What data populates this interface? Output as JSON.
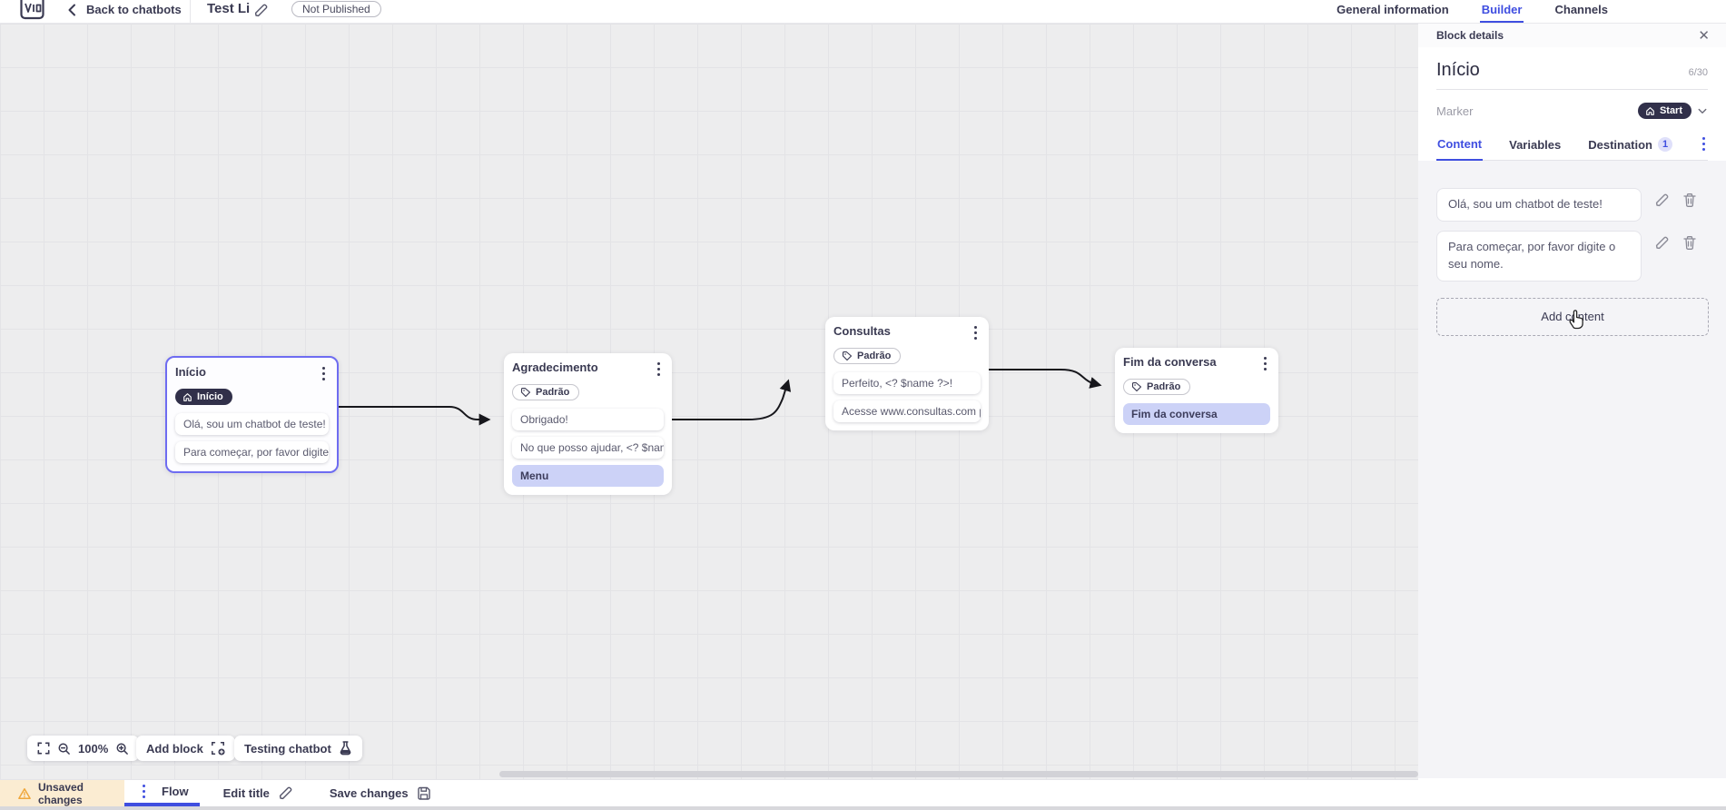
{
  "top_bar": {
    "back_label": "Back to chatbots",
    "title": "Test Li",
    "status_badge": "Not Published",
    "tabs": [
      {
        "label": "General information",
        "active": false
      },
      {
        "label": "Builder",
        "active": true
      },
      {
        "label": "Channels",
        "active": false
      }
    ]
  },
  "panel": {
    "header": "Block details",
    "block_name": "Início",
    "name_counter": "6/30",
    "marker_label": "Marker",
    "marker_value": "Start",
    "tabs": [
      {
        "label": "Content",
        "active": true
      },
      {
        "label": "Variables",
        "active": false
      },
      {
        "label": "Destination",
        "active": false,
        "badge": "1"
      }
    ],
    "contents": [
      {
        "text": "Olá, sou um chatbot de teste!"
      },
      {
        "text": "Para começar, por favor digite o seu nome."
      }
    ],
    "add_content_label": "Add content"
  },
  "canvas": {
    "zoom_level": "100%",
    "add_block_label": "Add block",
    "testing_label": "Testing chatbot",
    "blocks": [
      {
        "title": "Início",
        "marker": "Início",
        "cards": [
          {
            "text": "Olá, sou um chatbot de teste!"
          },
          {
            "text": "Para começar, por favor digite o ..."
          }
        ]
      },
      {
        "title": "Agradecimento",
        "marker": "Padrão",
        "cards": [
          {
            "text": "Obrigado!"
          },
          {
            "text": "No que posso ajudar, <? $name ..."
          },
          {
            "text": "Menu"
          }
        ]
      },
      {
        "title": "Consultas",
        "marker": "Padrão",
        "cards": [
          {
            "text": "Perfeito, <? $name ?>!"
          },
          {
            "text": "Acesse www.consultas.com par..."
          }
        ]
      },
      {
        "title": "Fim da conversa",
        "marker": "Padrão",
        "cards": [
          {
            "text": "Fim da conversa"
          }
        ]
      }
    ]
  },
  "bottom_bar": {
    "unsaved_label": "Unsaved changes",
    "flow_tab": "Flow",
    "edit_title_label": "Edit title",
    "save_label": "Save changes"
  },
  "colors": {
    "accent": "#3f4ee0",
    "marker_pill": "#31304a",
    "action_card": "#ccd2f7",
    "warning": "#efa63a",
    "canvas_bg": "#ededee",
    "panel_body_bg": "#f4f4f7",
    "unsaved_bg": "#fbecd2",
    "selected_block_border": "#6e6cf1"
  }
}
